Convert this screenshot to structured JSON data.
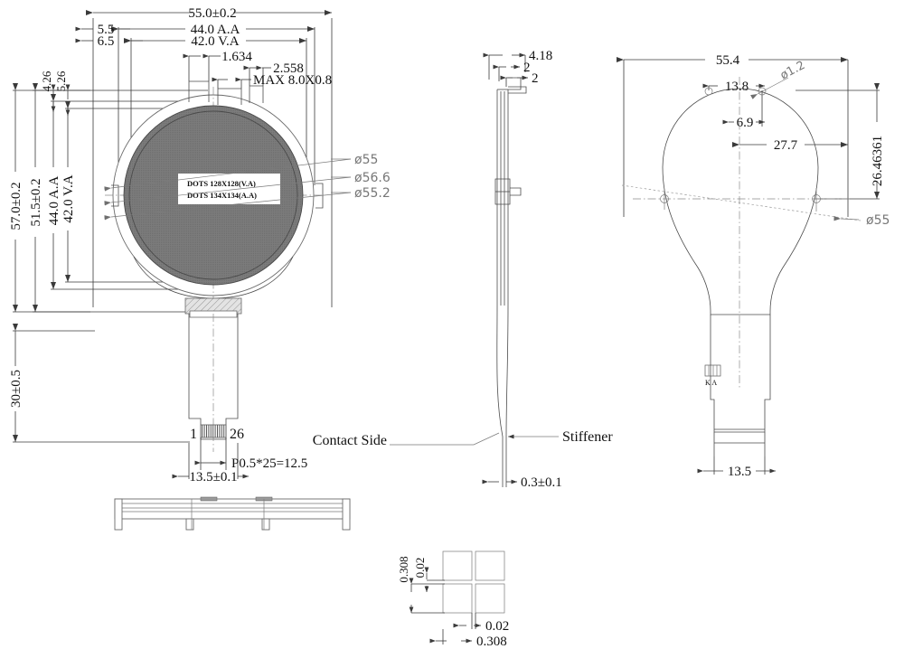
{
  "drawing": {
    "title": "Round LCD Module Outline Drawing",
    "background": "#ffffff",
    "line_color": "#4b4b4b",
    "dim_color": "#3a3a3a",
    "diameter_color": "#777777",
    "screen_fill": "#7b7b7b"
  },
  "front_view": {
    "horizontal_dims": [
      {
        "id": "overall_w",
        "text": "55.0±0.2"
      },
      {
        "id": "active_area_w",
        "text": "44.0 A.A"
      },
      {
        "id": "view_area_w",
        "text": "42.0 V.A"
      },
      {
        "id": "left_edge_1",
        "text": "5.5"
      },
      {
        "id": "left_edge_2",
        "text": "6.5"
      },
      {
        "id": "tab_w_1",
        "text": "1.634"
      },
      {
        "id": "tab_w_2",
        "text": "2.558"
      },
      {
        "id": "max_note",
        "text": "MAX 8.0X0.8"
      }
    ],
    "vertical_dims": [
      {
        "id": "overall_h",
        "text": "57.0±0.2"
      },
      {
        "id": "glass_h",
        "text": "51.5±0.2"
      },
      {
        "id": "active_area_h",
        "text": "44.0 A.A"
      },
      {
        "id": "view_area_h",
        "text": "42.0 V.A"
      },
      {
        "id": "top_off_1",
        "text": "4.26"
      },
      {
        "id": "top_off_2",
        "text": "5.26"
      },
      {
        "id": "fpc_len",
        "text": "30±0.5"
      }
    ],
    "diameter_callouts": [
      {
        "id": "dia_55",
        "text": "ø55"
      },
      {
        "id": "dia_566",
        "text": "ø56.6"
      },
      {
        "id": "dia_552",
        "text": "ø55.2"
      }
    ],
    "screen_label": {
      "line1": "DOTS 128X128(V.A)",
      "line2": "DOTS 134X134(A.A)"
    },
    "connector": {
      "pin_first": "1",
      "pin_last": "26",
      "pitch": "P0.5*25=12.5",
      "width": "13.5±0.1"
    }
  },
  "side_view": {
    "dims": [
      {
        "id": "total_thk",
        "text": "4.18"
      },
      {
        "id": "step_1",
        "text": "2"
      },
      {
        "id": "step_2",
        "text": "2"
      },
      {
        "id": "fpc_thk",
        "text": "0.3±0.1"
      }
    ],
    "labels": [
      {
        "id": "contact-side",
        "text": "Contact Side"
      },
      {
        "id": "stiffener",
        "text": "Stiffener"
      }
    ]
  },
  "rear_view": {
    "dims": [
      {
        "id": "rear_w",
        "text": "55.4"
      },
      {
        "id": "hole_x1",
        "text": "13.8"
      },
      {
        "id": "hole_dia",
        "text": "ø1.2"
      },
      {
        "id": "hole_x2",
        "text": "6.9"
      },
      {
        "id": "span_27_7",
        "text": "27.7"
      },
      {
        "id": "rear_h",
        "text": "26.46361"
      },
      {
        "id": "rear_circle_dia",
        "text": "ø55"
      },
      {
        "id": "fpc_w",
        "text": "13.5"
      }
    ],
    "backlight_pads": "K A"
  },
  "pixel_detail": {
    "dims": [
      {
        "id": "pitch_v",
        "text": "0.308"
      },
      {
        "id": "gap_v",
        "text": "0.02"
      },
      {
        "id": "gap_h",
        "text": "0.02"
      },
      {
        "id": "pitch_h",
        "text": "0.308"
      }
    ]
  }
}
